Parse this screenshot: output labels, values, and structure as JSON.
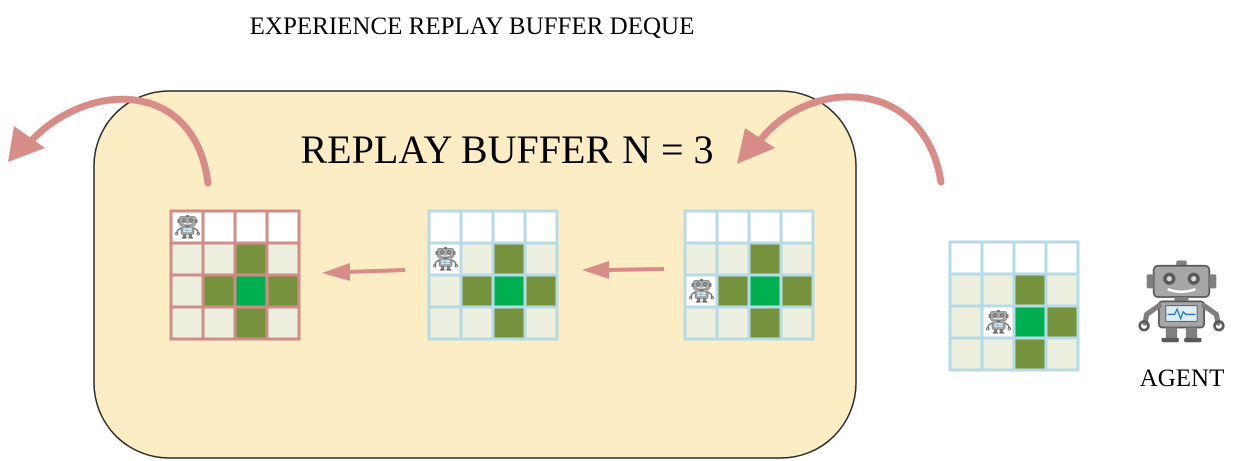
{
  "title": "EXPERIENCE REPLAY BUFFER DEQUE",
  "buffer_label": "REPLAY BUFFER N = 3",
  "agent_label": "AGENT",
  "colors": {
    "buffer_fill": "#fdedc4",
    "buffer_stroke": "#2b2b2b",
    "arrow": "#d88c87",
    "evicted_grid_border": "#d18c88",
    "grid_border": "#b5dbe6",
    "empty_cell": "#ffffff",
    "neutral_cell": "#edf0df",
    "wall_cell": "#76923c",
    "goal_cell": "#00b050",
    "robot_body": "#a6a6a6",
    "robot_face": "#dceff6"
  },
  "icons": [
    "robot-icon",
    "arrow-icon"
  ],
  "experiences": [
    {
      "name": "evicted-experience",
      "status": "evicted",
      "cells": [
        [
          "agent",
          "empty",
          "empty",
          "empty"
        ],
        [
          "neutral",
          "neutral",
          "wall",
          "neutral"
        ],
        [
          "neutral",
          "wall",
          "goal",
          "wall"
        ],
        [
          "neutral",
          "neutral",
          "wall",
          "neutral"
        ]
      ]
    },
    {
      "name": "buffered-experience-old",
      "status": "buffered",
      "cells": [
        [
          "empty",
          "empty",
          "empty",
          "empty"
        ],
        [
          "agent",
          "neutral",
          "wall",
          "neutral"
        ],
        [
          "neutral",
          "wall",
          "goal",
          "wall"
        ],
        [
          "neutral",
          "neutral",
          "wall",
          "neutral"
        ]
      ]
    },
    {
      "name": "buffered-experience-new",
      "status": "buffered",
      "cells": [
        [
          "empty",
          "empty",
          "empty",
          "empty"
        ],
        [
          "neutral",
          "neutral",
          "wall",
          "neutral"
        ],
        [
          "agent",
          "wall",
          "goal",
          "wall"
        ],
        [
          "neutral",
          "neutral",
          "wall",
          "neutral"
        ]
      ]
    },
    {
      "name": "incoming-experience",
      "status": "incoming",
      "cells": [
        [
          "empty",
          "empty",
          "empty",
          "empty"
        ],
        [
          "neutral",
          "neutral",
          "wall",
          "neutral"
        ],
        [
          "neutral",
          "agent",
          "goal",
          "wall"
        ],
        [
          "neutral",
          "neutral",
          "wall",
          "neutral"
        ]
      ]
    }
  ]
}
